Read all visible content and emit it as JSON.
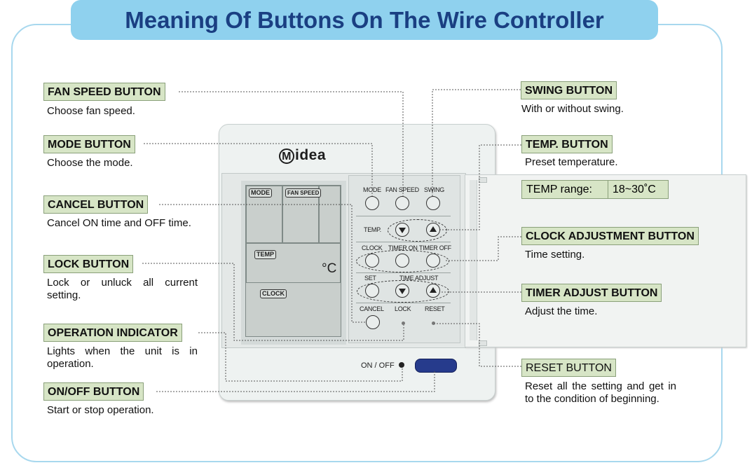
{
  "title": "Meaning Of Buttons On The Wire Controller",
  "device": {
    "brand": "idea",
    "brand_mark": "M",
    "lcd_tags": {
      "mode": "MODE",
      "fan_speed": "FAN SPEED",
      "temp": "TEMP",
      "clock": "CLOCK"
    },
    "lcd_unit": "°C",
    "button_labels": {
      "mode": "MODE",
      "fan_speed": "FAN SPEED",
      "swing": "SWING",
      "temp": "TEMP.",
      "clock": "CLOCK",
      "timer_on": "TIMER ON",
      "timer_off": "TIMER OFF",
      "set": "SET",
      "time_adjust": "TIME ADJUST",
      "cancel": "CANCEL",
      "lock": "LOCK",
      "reset": "RESET"
    },
    "onoff_label": "ON / OFF"
  },
  "annotations": {
    "fan_speed": {
      "label": "FAN SPEED BUTTON",
      "desc": "Choose fan speed."
    },
    "mode": {
      "label": "MODE BUTTON",
      "desc": "Choose the mode."
    },
    "cancel": {
      "label": "CANCEL BUTTON",
      "desc": "Cancel ON time and OFF time."
    },
    "lock": {
      "label": "LOCK BUTTON",
      "desc": "Lock or unluck all current setting."
    },
    "operation": {
      "label": "OPERATION INDICATOR",
      "desc": "Lights when the unit is in operation."
    },
    "onoff": {
      "label": "ON/OFF BUTTON",
      "desc": "Start or stop operation."
    },
    "swing": {
      "label": "SWING BUTTON",
      "desc": "With or without swing."
    },
    "temp": {
      "label": "TEMP. BUTTON",
      "desc": "Preset temperature.",
      "range_key": "TEMP range:",
      "range_value": "18~30˚C"
    },
    "clock_adjust": {
      "label": "CLOCK ADJUSTMENT BUTTON",
      "desc": "Time setting."
    },
    "timer_adjust": {
      "label": "TIMER ADJUST BUTTON",
      "desc": "Adjust the time."
    },
    "reset": {
      "label": "RESET BUTTON",
      "desc": "Reset all the setting and get in to the condition of beginning."
    }
  },
  "colors": {
    "title_bg": "#8fd1ee",
    "title_text": "#1a3f82",
    "label_bg": "#d7e5c6",
    "frame": "#a8d8ee",
    "onoff_button": "#263b8c"
  }
}
